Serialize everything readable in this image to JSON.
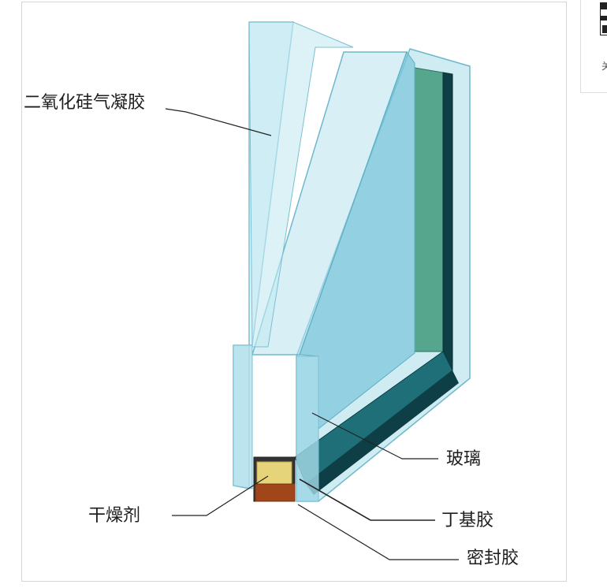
{
  "labels": {
    "aerogel": "二氧化硅气凝胶",
    "glass": "玻璃",
    "butyl": "丁基胶",
    "desiccant": "干燥剂",
    "sealant": "密封胶"
  },
  "side_panel": {
    "text": "关"
  },
  "colors": {
    "glass_light": "#bfe6f0",
    "glass_mid": "#8fd0e2",
    "glass_dark": "#4aa8c0",
    "spacer_teal": "#1f6f78",
    "spacer_dark": "#0e3e46",
    "desiccant": "#e6d47a",
    "sealant": "#a0461a",
    "leader": "#222222"
  }
}
